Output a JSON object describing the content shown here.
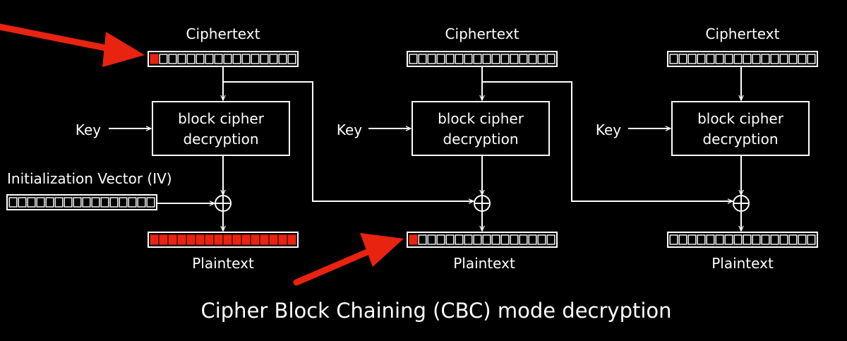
{
  "colors": {
    "background": "#000000",
    "foreground": "#ffffff",
    "highlight": "#e8230f"
  },
  "blocks": [
    {
      "ciphertext_label": "Ciphertext",
      "key_label": "Key",
      "cipher_box_lines": [
        "block cipher",
        "decryption"
      ],
      "plaintext_label": "Plaintext",
      "ciphertext_highlight": "first",
      "plaintext_highlight": "all"
    },
    {
      "ciphertext_label": "Ciphertext",
      "key_label": "Key",
      "cipher_box_lines": [
        "block cipher",
        "decryption"
      ],
      "plaintext_label": "Plaintext",
      "ciphertext_highlight": "none",
      "plaintext_highlight": "first"
    },
    {
      "ciphertext_label": "Ciphertext",
      "key_label": "Key",
      "cipher_box_lines": [
        "block cipher",
        "decryption"
      ],
      "plaintext_label": "Plaintext",
      "ciphertext_highlight": "none",
      "plaintext_highlight": "none"
    }
  ],
  "iv_label": "Initialization Vector (IV)",
  "title": "Cipher Block Chaining (CBC) mode decryption",
  "annotations": [
    {
      "icon": "red-arrow-icon",
      "points_to": "first ciphertext byte, block 1"
    },
    {
      "icon": "red-arrow-icon",
      "points_to": "first plaintext byte, block 2"
    }
  ]
}
